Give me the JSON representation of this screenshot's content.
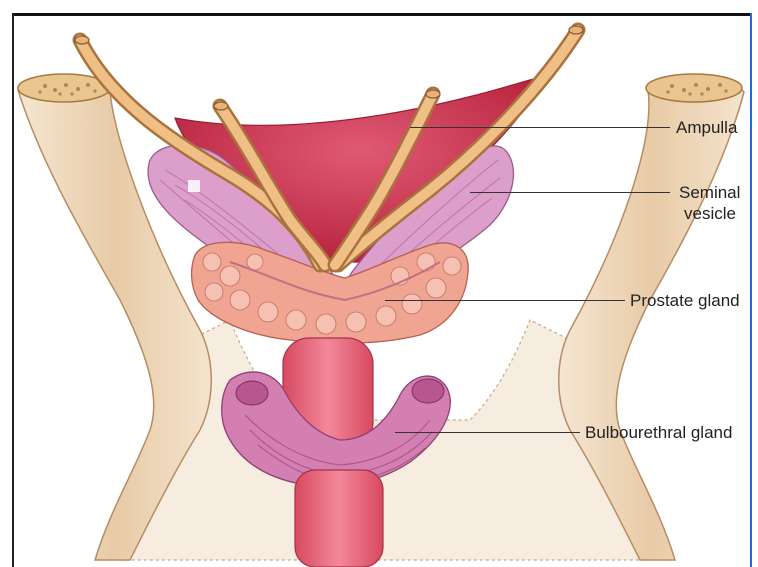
{
  "labels": {
    "ampulla": "Ampulla",
    "seminal_vesicle_line1": "Seminal",
    "seminal_vesicle_line2": "vesicle",
    "prostate_gland": "Prostate gland",
    "bulbourethral_gland": "Bulbourethral gland"
  },
  "colors": {
    "bone": "#efdcc2",
    "bone_shade": "#d9b58c",
    "vas_deferens": "#e2a86a",
    "bladder": "#d8445f",
    "seminal_vesicle": "#d99ac8",
    "prostate": "#eea08c",
    "urethra": "#e3607a",
    "bulbourethral": "#d784b6"
  }
}
